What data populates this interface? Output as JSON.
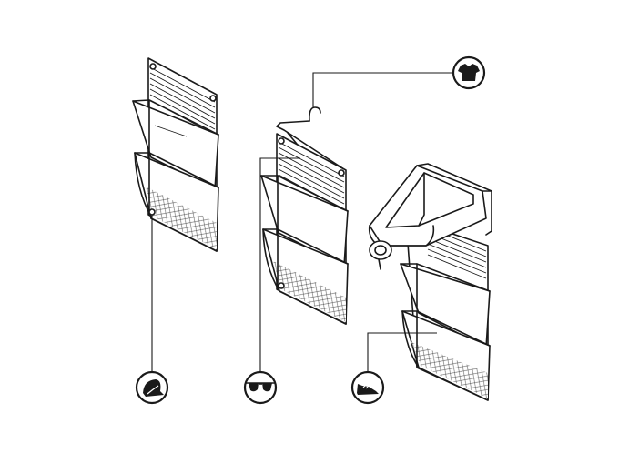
{
  "figure": {
    "background": "#ffffff",
    "line_color": "#1a1a1a",
    "organizers": [
      {
        "id": "organizer-left",
        "pockets": 2,
        "mount": "wall-hooks",
        "callout_icon": "hat-icon"
      },
      {
        "id": "organizer-center",
        "pockets": 2,
        "mount": "clothes-hanger",
        "callout_icon": "sunglasses-icon"
      },
      {
        "id": "organizer-right",
        "pockets": 2,
        "mount": "door-clamp",
        "callout_icon": "shoe-icon"
      }
    ],
    "top_callout_icon": "tshirt-icon"
  }
}
